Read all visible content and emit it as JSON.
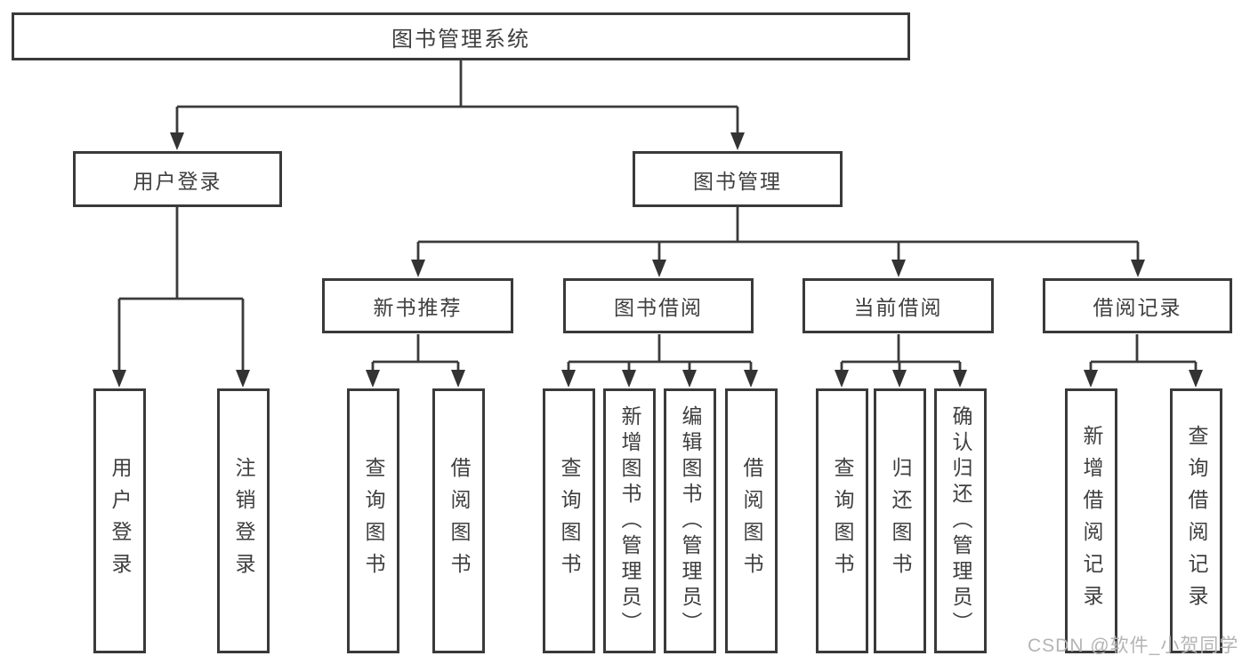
{
  "diagram": {
    "root": "图书管理系统",
    "branches": [
      {
        "label": "用户登录",
        "children": [
          {
            "label": "用户登录"
          },
          {
            "label": "注销登录"
          }
        ]
      },
      {
        "label": "图书管理",
        "children": [
          {
            "label": "新书推荐",
            "children": [
              {
                "label": "查询图书"
              },
              {
                "label": "借阅图书"
              }
            ]
          },
          {
            "label": "图书借阅",
            "children": [
              {
                "label": "查询图书"
              },
              {
                "label": "新增图书（管理员）"
              },
              {
                "label": "编辑图书（管理员）"
              },
              {
                "label": "借阅图书"
              }
            ]
          },
          {
            "label": "当前借阅",
            "children": [
              {
                "label": "查询图书"
              },
              {
                "label": "归还图书"
              },
              {
                "label": "确认归还（管理员）"
              }
            ]
          },
          {
            "label": "借阅记录",
            "children": [
              {
                "label": "新增借阅记录"
              },
              {
                "label": "查询借阅记录"
              }
            ]
          }
        ]
      }
    ]
  },
  "watermark": {
    "text": "CSDN @软件_小贺同学"
  },
  "colors": {
    "line": "#3b3b3b",
    "border": "#3a3a3a",
    "text": "#3f3f3f",
    "watermark": "#b4b4b4",
    "background": "#ffffff"
  }
}
